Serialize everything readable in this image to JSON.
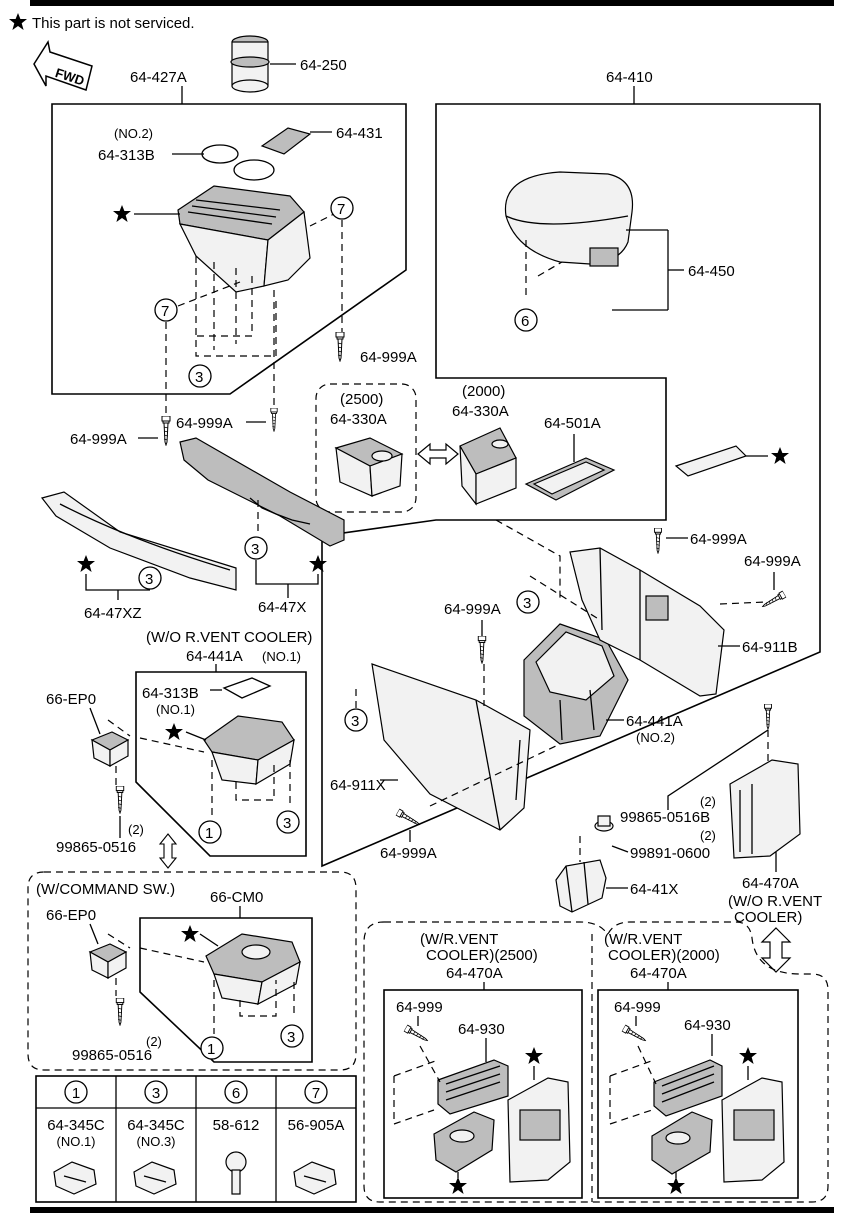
{
  "legend_note": "This part is not serviced.",
  "fwd": "FWD",
  "labels": {
    "p64_427A": "64-427A",
    "p64_250": "64-250",
    "p64_410": "64-410",
    "no2_a": "(NO.2)",
    "p64_313B": "64-313B",
    "p64_431": "64-431",
    "p64_450": "64-450",
    "p64_999A_a": "64-999A",
    "p64_999A_b": "64-999A",
    "p64_999A_c": "64-999A",
    "p64_999A_d": "64-999A",
    "p64_999A_e": "64-999A",
    "p64_999A_f": "64-999A",
    "p64_999A_g": "64-999A",
    "c2500": "(2500)",
    "c2000": "(2000)",
    "p64_330A_a": "64-330A",
    "p64_330A_b": "64-330A",
    "p64_501A": "64-501A",
    "p64_47XZ": "64-47XZ",
    "p64_47X": "64-47X",
    "wo_vent": "(W/O R.VENT COOLER)",
    "p64_441A_a": "64-441A",
    "no1_a": "(NO.1)",
    "p66_EP0_a": "66-EP0",
    "p64_313B_b": "64-313B",
    "no1_b": "(NO.1)",
    "p64_911B": "64-911B",
    "p64_441A_b": "64-441A",
    "no2_b": "(NO.2)",
    "p64_911X": "64-911X",
    "qty2_a": "(2)",
    "p99865_0516_a": "99865-0516",
    "qty2_b": "(2)",
    "p99865_0516B": "99865-0516B",
    "qty2_c": "(2)",
    "p99891_0600": "99891-0600",
    "p64_41X": "64-41X",
    "p64_470A_a": "64-470A",
    "wo_rvent_1": "(W/O R.VENT",
    "wo_rvent_2": "COOLER)",
    "w_cmd": "(W/COMMAND SW.)",
    "p66_CM0": "66-CM0",
    "p66_EP0_b": "66-EP0",
    "qty2_d": "(2)",
    "p99865_0516_b": "99865-0516",
    "wr_2500_1": "(W/R.VENT",
    "wr_2500_2": "COOLER)(2500)",
    "p64_470A_b": "64-470A",
    "wr_2000_1": "(W/R.VENT",
    "wr_2000_2": "COOLER)(2000)",
    "p64_470A_c": "64-470A",
    "p64_999_a": "64-999",
    "p64_930_a": "64-930",
    "p64_999_b": "64-999",
    "p64_930_b": "64-930"
  },
  "callouts": {
    "c1": "1",
    "c3": "3",
    "c6": "6",
    "c7": "7"
  },
  "table": [
    {
      "key": "1",
      "part": "64-345C",
      "note": "(NO.1)"
    },
    {
      "key": "3",
      "part": "64-345C",
      "note": "(NO.3)"
    },
    {
      "key": "6",
      "part": "58-612",
      "note": ""
    },
    {
      "key": "7",
      "part": "56-905A",
      "note": ""
    }
  ]
}
